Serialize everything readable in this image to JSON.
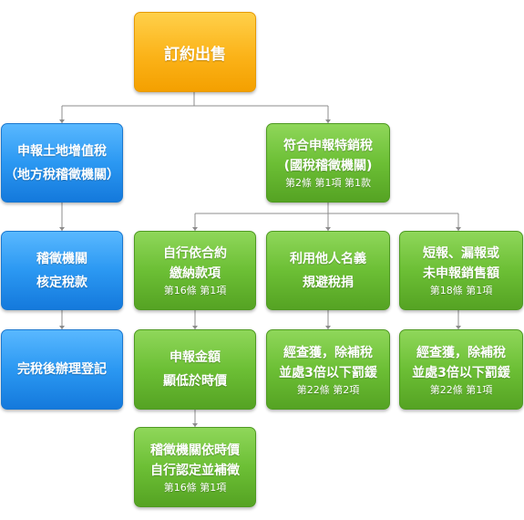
{
  "root": {
    "label": "訂約出售"
  },
  "left_branch": {
    "n1": {
      "line1": "申報土地增值稅",
      "line2": "（地方稅稽徵機關）"
    },
    "n2": {
      "line1": "稽徵機關",
      "line2": "核定稅款"
    },
    "n3": {
      "line1": "完稅後辦理登記"
    }
  },
  "right_branch": {
    "head": {
      "line1": "符合申報特銷稅",
      "line2": "(國稅稽徵機關)",
      "ref": "第2條 第1項 第1款"
    },
    "col_a": {
      "n1": {
        "line1": "自行依合約",
        "line2": "繳納款項",
        "ref": "第16條 第1項"
      },
      "n2": {
        "line1": "申報金額",
        "line2": "顯低於時價"
      },
      "n3": {
        "line1": "稽徵機關依時價",
        "line2": "自行認定並補徵",
        "ref": "第16條 第1項"
      }
    },
    "col_b": {
      "n1": {
        "line1": "利用他人名義",
        "line2": "規避稅捐"
      },
      "n2": {
        "line1": "經查獲，除補稅",
        "line2": "並處3倍以下罰鍰",
        "ref": "第22條 第2項"
      }
    },
    "col_c": {
      "n1": {
        "line1": "短報、漏報或",
        "line2": "未申報銷售額",
        "ref": "第18條 第1項"
      },
      "n2": {
        "line1": "經查獲，除補稅",
        "line2": "並處3倍以下罰鍰",
        "ref": "第22條 第1項"
      }
    }
  },
  "colors": {
    "orange": "#fbb319",
    "blue": "#2b98f2",
    "green": "#6cbf35",
    "connector": "#8c8c8c"
  }
}
